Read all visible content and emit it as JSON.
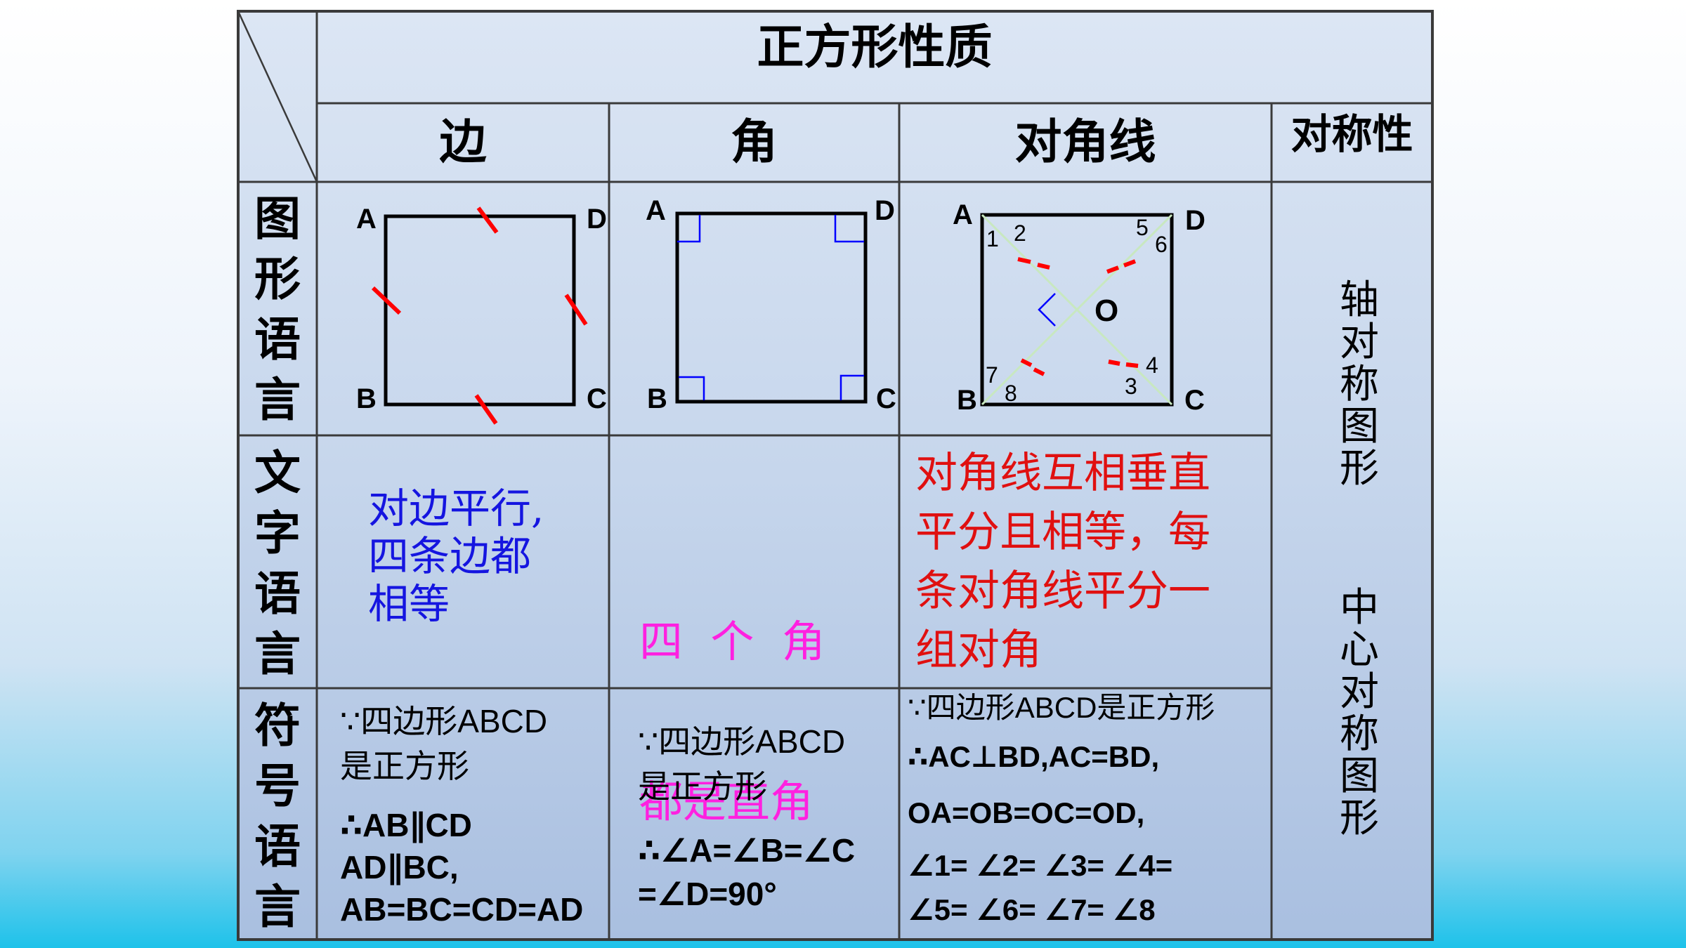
{
  "table": {
    "title": "正方形性质",
    "columns": [
      "边",
      "角",
      "对角线",
      "对称性"
    ],
    "row_headers": [
      "图形语言",
      "文字语言",
      "符号语言"
    ]
  },
  "figures": {
    "side": {
      "labels": [
        "A",
        "D",
        "B",
        "C"
      ]
    },
    "angle": {
      "labels": [
        "A",
        "D",
        "B",
        "C"
      ]
    },
    "diagonal": {
      "labels": [
        "A",
        "D",
        "B",
        "C"
      ],
      "center": "O",
      "angle_numbers": [
        "1",
        "2",
        "5",
        "6",
        "7",
        "8",
        "3",
        "4"
      ]
    }
  },
  "text_lang": {
    "side": [
      "对边平行,",
      "四条边都",
      "相等"
    ],
    "angle": [
      "四  个  角",
      "都是直角"
    ],
    "diagonal": [
      "对角线互相垂直",
      "平分且相等，每",
      "条对角线平分一",
      "组对角"
    ]
  },
  "symbol_lang": {
    "side": [
      "∵四边形ABCD",
      "是正方形",
      "∴AB∥CD",
      "AD∥BC,",
      "AB=BC=CD=AD"
    ],
    "angle": [
      "∵四边形ABCD",
      "是正方形",
      "∴∠A=∠B=∠C",
      "=∠D=90°"
    ],
    "diagonal": [
      "∵四边形ABCD是正方形",
      "∴AC⊥BD,AC=BD,",
      "OA=OB=OC=OD,",
      "∠1= ∠2= ∠3= ∠4=",
      "∠5= ∠6= ∠7= ∠8"
    ]
  },
  "symmetry": {
    "axis": "轴对称图形",
    "center": "中心对称图形"
  },
  "colors": {
    "side_text": "#1515e0",
    "angle_text": "#ff20e0",
    "diagonal_text": "#e01010",
    "tick_mark": "#ff0000",
    "right_angle_mark": "#0000ff"
  }
}
